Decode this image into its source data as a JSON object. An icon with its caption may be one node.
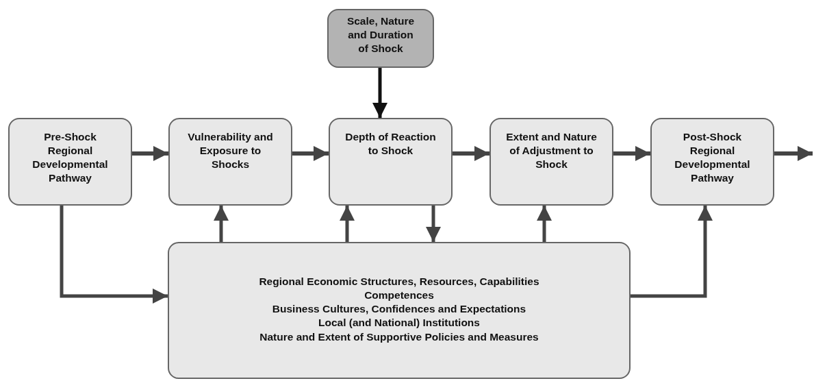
{
  "diagram": {
    "nodes": [
      {
        "text": [
          "Scale, Nature and Duration of Shock"
        ]
      },
      {
        "text": [
          "Pre-Shock Regional Developmental Pathway"
        ]
      },
      {
        "text": [
          "Vulnerability and Exposure to Shocks"
        ]
      },
      {
        "text": [
          "Depth of Reaction to Shock"
        ]
      },
      {
        "text": [
          "Extent and Nature of Adjustment to Shock"
        ]
      },
      {
        "text": [
          "Post-Shock Regional Developmental Pathway"
        ]
      },
      {
        "text": [
          "Regional Economic Structures, Resources, Capabilities",
          "Competences",
          "Business Cultures, Confidences and Expectations",
          "Local (and National) Institutions",
          "Nature and Extent of Supportive Policies and Measures"
        ]
      }
    ],
    "edges": [
      {
        "from": 0,
        "to": 3,
        "arrow": "to",
        "color": "#111111"
      },
      {
        "from": 1,
        "to": 2,
        "arrow": "to"
      },
      {
        "from": 2,
        "to": 3,
        "arrow": "to"
      },
      {
        "from": 3,
        "to": 4,
        "arrow": "to"
      },
      {
        "from": 4,
        "to": 5,
        "arrow": "to"
      },
      {
        "from": 5,
        "to": null,
        "arrow": "to"
      },
      {
        "from": 1,
        "to": 6,
        "arrow": "to"
      },
      {
        "from": 6,
        "to": 2,
        "arrow": "to"
      },
      {
        "from": 6,
        "to": 3,
        "arrow": "to"
      },
      {
        "from": 3,
        "to": 6,
        "arrow": "to"
      },
      {
        "from": 6,
        "to": 4,
        "arrow": "to"
      },
      {
        "from": 6,
        "to": 5,
        "arrow": "to"
      }
    ]
  }
}
